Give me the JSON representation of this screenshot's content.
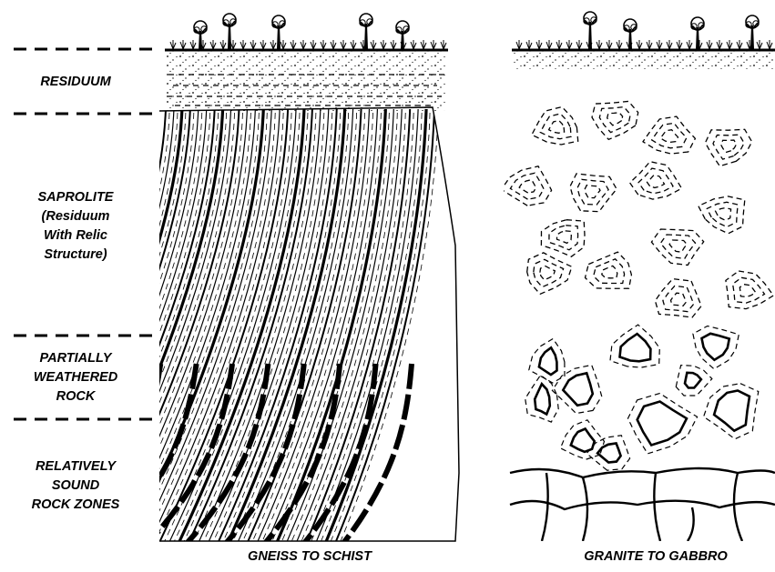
{
  "zones": {
    "residuum": "RESIDUUM",
    "saprolite": [
      "SAPROLITE",
      "(Residuum",
      "With Relic",
      "Structure)"
    ],
    "partially_weathered": [
      "PARTIALLY",
      "WEATHERED",
      "ROCK"
    ],
    "sound_rock": [
      "RELATIVELY",
      "SOUND",
      "ROCK ZONES"
    ]
  },
  "captions": {
    "left": "GNEISS TO SCHIST",
    "right": "GRANITE TO GABBRO"
  }
}
